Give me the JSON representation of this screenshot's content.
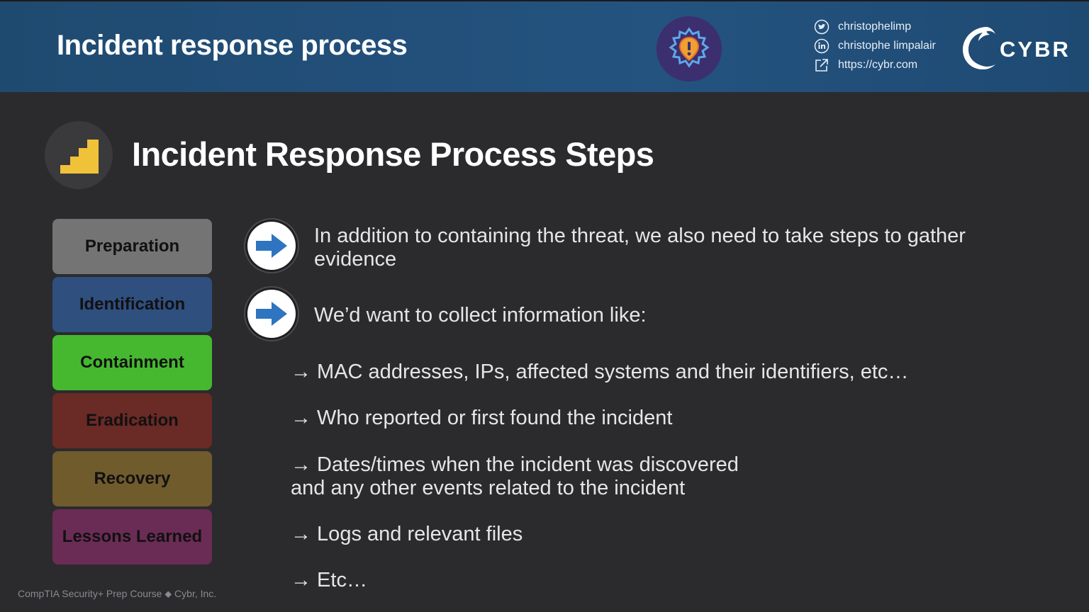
{
  "header": {
    "title": "Incident response process",
    "social": {
      "twitter": "christophelimp",
      "linkedin": "christophe limpalair",
      "website": "https://cybr.com"
    },
    "brand": "CYBR",
    "icons": {
      "badge": "gear-alert-icon",
      "twitter": "twitter-icon",
      "linkedin": "linkedin-icon",
      "website": "external-link-icon",
      "logo": "phoenix-logo-icon"
    }
  },
  "section": {
    "title": "Incident Response Process Steps",
    "icon": "stairs-icon"
  },
  "steps": [
    {
      "label": "Preparation",
      "color": "#747474"
    },
    {
      "label": "Identification",
      "color": "#2f4f7f"
    },
    {
      "label": "Containment",
      "color": "#46b830"
    },
    {
      "label": "Eradication",
      "color": "#6a2a25"
    },
    {
      "label": "Recovery",
      "color": "#6f5b2c"
    },
    {
      "label": "Lessons Learned",
      "color": "#6a2c55"
    }
  ],
  "bullets": [
    "In addition to containing the threat, we also need to take steps to gather evidence",
    "We’d want to collect information like:"
  ],
  "sub_items": [
    "→ MAC addresses, IPs, affected systems and their identifiers, etc…",
    "→ Who reported or first found the incident",
    "→ Dates/times when the incident was discovered",
    "and any other events related to the incident",
    "→ Logs and relevant files",
    "→ Etc…"
  ],
  "footer": "CompTIA Security+ Prep Course ⬥ Cybr, Inc.",
  "colors": {
    "background": "#2b2b2e",
    "header": "#245380",
    "arrow": "#2f74c0",
    "stairs": "#f0c23a"
  }
}
